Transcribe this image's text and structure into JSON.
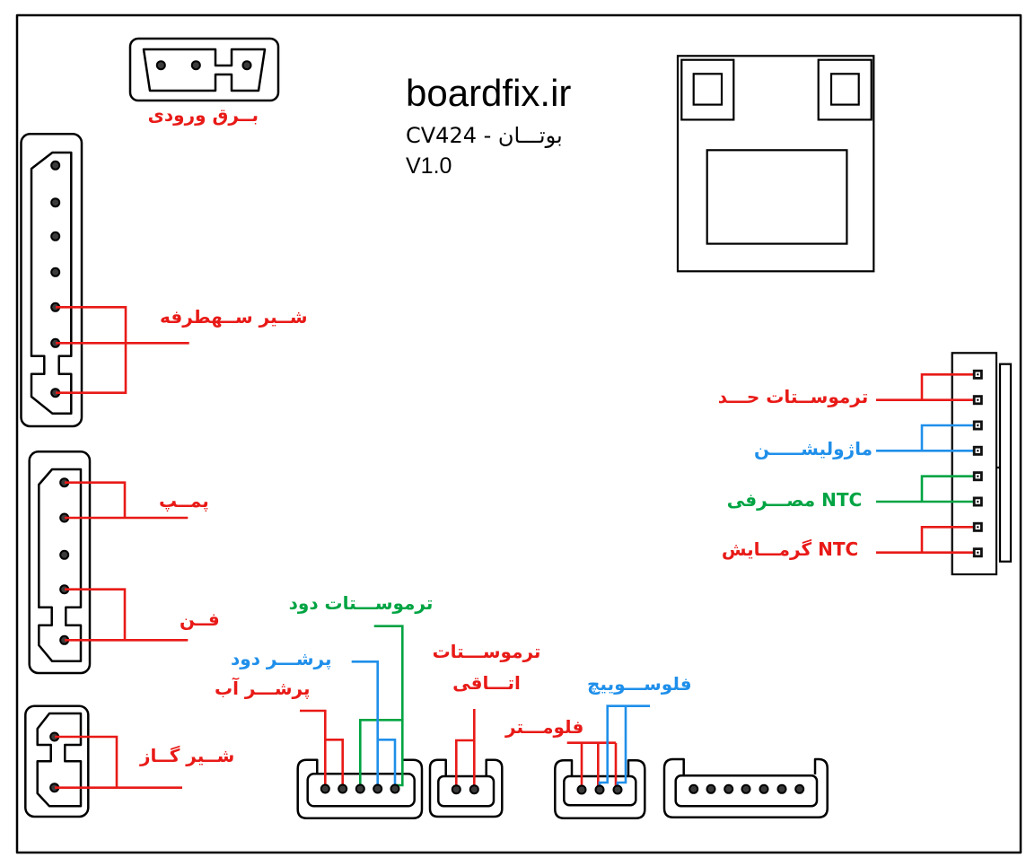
{
  "title": {
    "brand": "boardfix.ir",
    "model": "بوتـــان - CV424",
    "version": "V1.0"
  },
  "colors": {
    "red": "#e81a17",
    "blue": "#1f8fea",
    "green": "#00a443",
    "outline": "#000000"
  },
  "labels": {
    "power_input": {
      "text": "بــرق ورودی",
      "color": "red"
    },
    "three_way_valve": {
      "text": "شــیر ســهطرفه",
      "color": "red"
    },
    "pump": {
      "text": "پمــپ",
      "color": "red"
    },
    "fan": {
      "text": "فــن",
      "color": "red"
    },
    "gas_valve": {
      "text": "شــیر گــاز",
      "color": "red"
    },
    "smoke_thermostat": {
      "text": "ترموســـتات دود",
      "color": "green"
    },
    "smoke_pressure": {
      "text": "پرشـــر دود",
      "color": "blue"
    },
    "water_pressure": {
      "text": "پرشـــر آب",
      "color": "red"
    },
    "room_thermostat": {
      "text": "ترموســـتات\nاتـــاقی",
      "color": "red"
    },
    "flow_meter": {
      "text": "فلومـــتر",
      "color": "red"
    },
    "flow_switch": {
      "text": "فلوســـوییچ",
      "color": "blue"
    },
    "limit_thermostat": {
      "text": "ترموســتات حـــد",
      "color": "red"
    },
    "modulation": {
      "text": "ماژولیشـــــن",
      "color": "blue"
    },
    "ntc_dhw": {
      "text": "NTC مصـــرفی",
      "color": "green"
    },
    "ntc_heating": {
      "text": "NTC گرمـــایش",
      "color": "red"
    }
  },
  "connectors": {
    "power_connector_pins": 3,
    "left_edge_connector_pins": 7,
    "pump_fan_connector_pins": 5,
    "gas_valve_connector_pins": 2,
    "pressure_connector_pins": 5,
    "room_thermostat_connector_pins": 2,
    "flow_connector_pins": 3,
    "aux_connector_pins": 7,
    "right_edge_connector_pins": 8
  }
}
